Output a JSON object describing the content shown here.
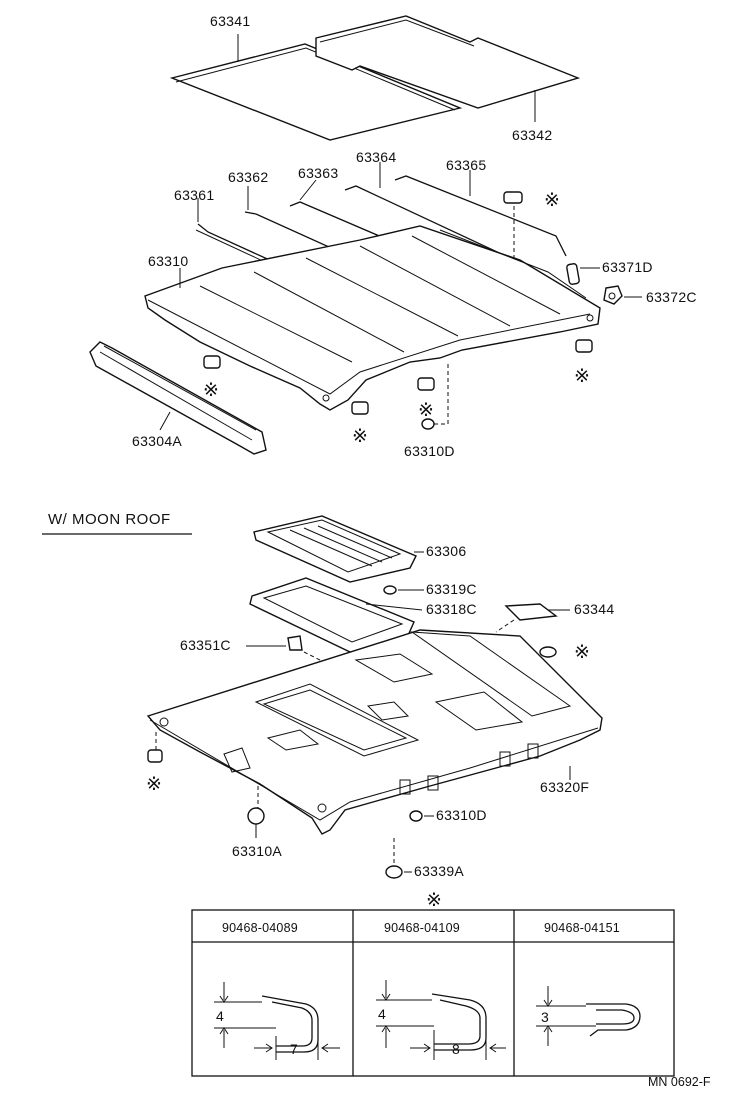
{
  "part_labels": {
    "p63341": "63341",
    "p63342": "63342",
    "p63361": "63361",
    "p63362": "63362",
    "p63363": "63363",
    "p63364": "63364",
    "p63365": "63365",
    "p63310": "63310",
    "p63371D": "63371D",
    "p63372C": "63372C",
    "p63304A": "63304A",
    "p63310D_top": "63310D",
    "p63306": "63306",
    "p63319C": "63319C",
    "p63318C": "63318C",
    "p63344": "63344",
    "p63351C": "63351C",
    "p63320F": "63320F",
    "p63310D_bottom": "63310D",
    "p63310A": "63310A",
    "p63339A": "63339A"
  },
  "section_title": "W/ MOON  ROOF",
  "symbol": "※",
  "clip_table": {
    "columns": [
      "90468-04089",
      "90468-04109",
      "90468-04151"
    ],
    "dimensions": [
      {
        "height": "4",
        "width": "7"
      },
      {
        "height": "4",
        "width": "8"
      },
      {
        "height": "3",
        "width": ""
      }
    ]
  },
  "reference_code": "MN 0692-F"
}
